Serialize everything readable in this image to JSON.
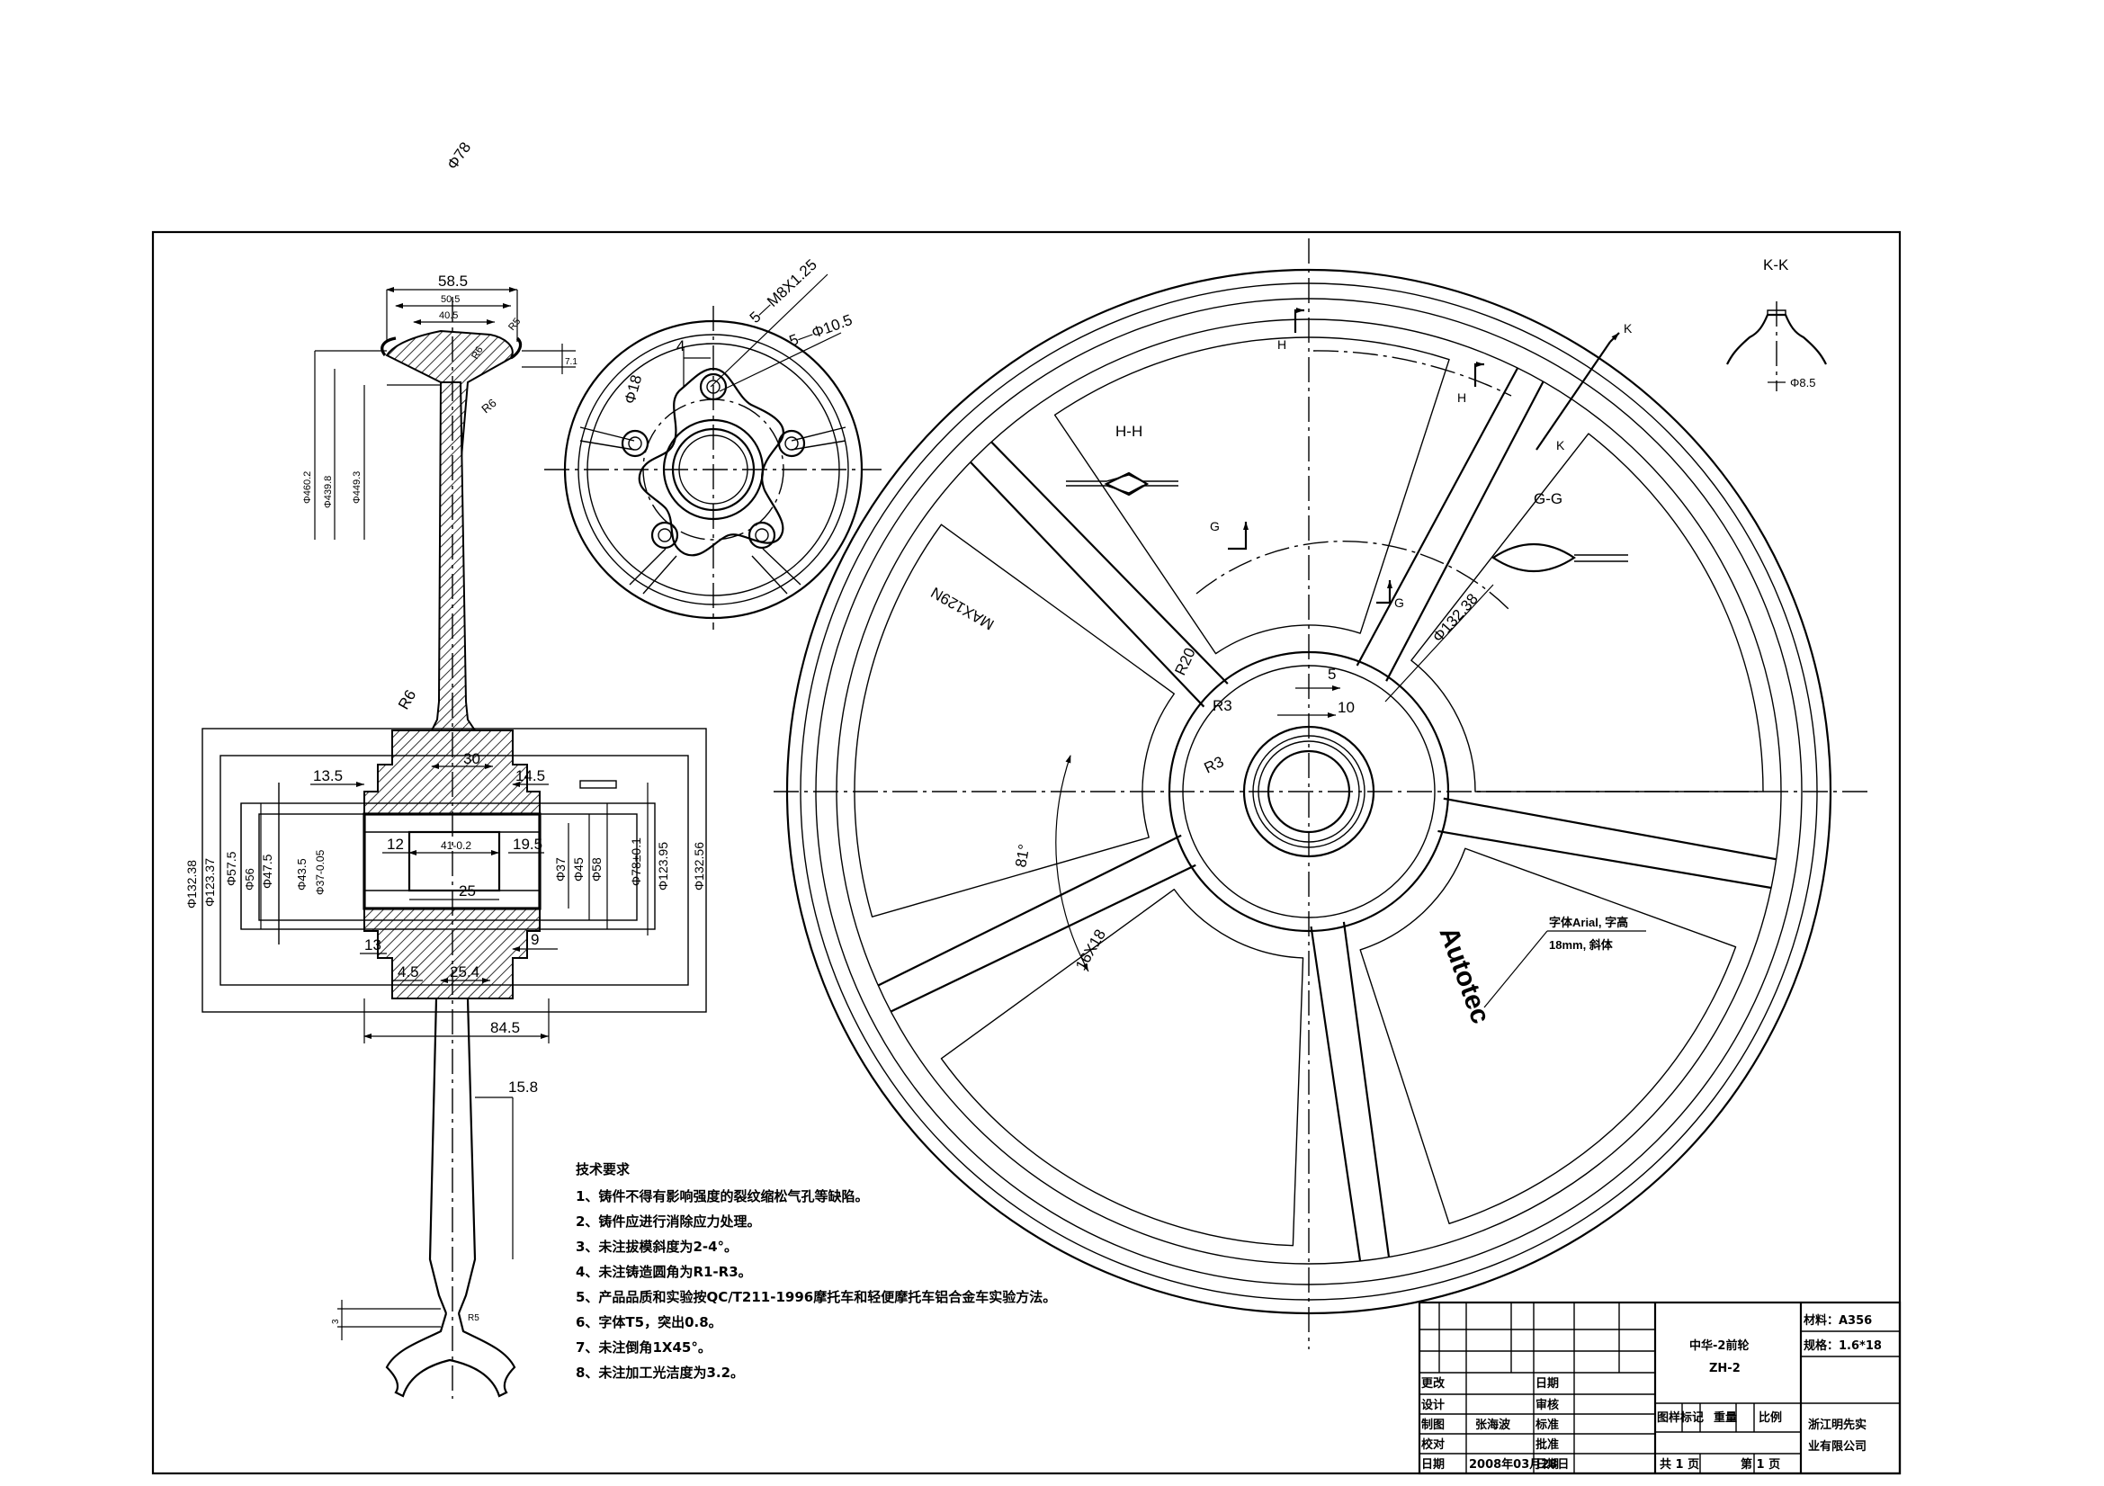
{
  "views": {
    "side": {
      "dims": {
        "top_w1": "58.5",
        "top_w2": "50.5",
        "top_w3": "40.5",
        "top_r": "R5",
        "top_small": "R6",
        "d_rim1": "Φ460.2",
        "d_rim2": "Φ439.8",
        "d_rim3": "Φ449.3",
        "small_dim": "7.1",
        "web_r": "R6",
        "hub_r": "R6",
        "d30": "30",
        "d13_5": "13.5",
        "d14_5": "14.5",
        "d12": "12",
        "d41": "41-0.2",
        "d19_5": "19.5",
        "d25": "25",
        "d13": "13",
        "d9": "9",
        "d4_5": "4.5",
        "d25_4": "25.4",
        "d84_5": "84.5",
        "d15_8": "15.8",
        "phi132_38": "Φ132.38",
        "phi123_37": "Φ123.37",
        "phi57_5": "Φ57.5",
        "phi56": "Φ56",
        "phi47_5": "Φ47.5",
        "phi43_5": "Φ43.5",
        "phi37": "Φ37-0.05",
        "phi37b": "Φ37",
        "phi45": "Φ45",
        "phi58": "Φ58",
        "phi78": "Φ78±0.1",
        "phi123_95": "Φ123.95",
        "phi132_56": "Φ132.56",
        "bottom_small": "3",
        "bottom_r": "R5"
      }
    },
    "hub": {
      "thread": "5—M8X1.25",
      "hole": "5—Φ10.5",
      "d4": "4",
      "phi18": "Φ18",
      "phi78": "Φ78"
    },
    "wheel": {
      "section_hh": "H-H",
      "section_gg": "G-G",
      "section_kk": "K-K",
      "mark_h": "H",
      "mark_g": "G",
      "mark_k": "K",
      "r20": "R20",
      "r3a": "R3",
      "r3b": "R3",
      "d5": "5",
      "d10": "10",
      "phi132_38": "Φ132.38",
      "angle81": "81°",
      "text_maxload": "MAX129N",
      "text_size": "16X18",
      "brand": "Autotec",
      "font_note_l1": "字体Arial, 字高",
      "font_note_l2": "18mm, 斜体",
      "kk_phi": "Φ8.5"
    }
  },
  "notes": {
    "title": "技术要求",
    "items": [
      "1、铸件不得有影响强度的裂纹缩松气孔等缺陷。",
      "2、铸件应进行消除应力处理。",
      "3、未注拔模斜度为2-4°。",
      "4、未注铸造圆角为R1-R3。",
      "5、产品品质和实验按QC/T211-1996摩托车和轻便摩托车铝合金车实验方法。",
      "6、字体T5，突出0.8。",
      "7、未注倒角1X45°。",
      "8、未注加工光洁度为3.2。"
    ]
  },
  "titleblock": {
    "name": "中华-2前轮",
    "code": "ZH-2",
    "material": "材料：A356",
    "spec": "规格：1.6*18",
    "company_l1": "浙江明先实",
    "company_l2": "业有限公司",
    "stage": "图样标记",
    "weight": "重量",
    "scale": "比例",
    "total": "共 1 页",
    "sheet": "第 1 页",
    "left_labels": [
      "更改",
      "设计",
      "制图",
      "校对",
      "日期"
    ],
    "left_values": [
      "",
      "",
      "张海波",
      "",
      "2008年03月28日"
    ],
    "mid_labels": [
      "日期",
      "审核",
      "标准",
      "批准",
      "日期"
    ]
  }
}
